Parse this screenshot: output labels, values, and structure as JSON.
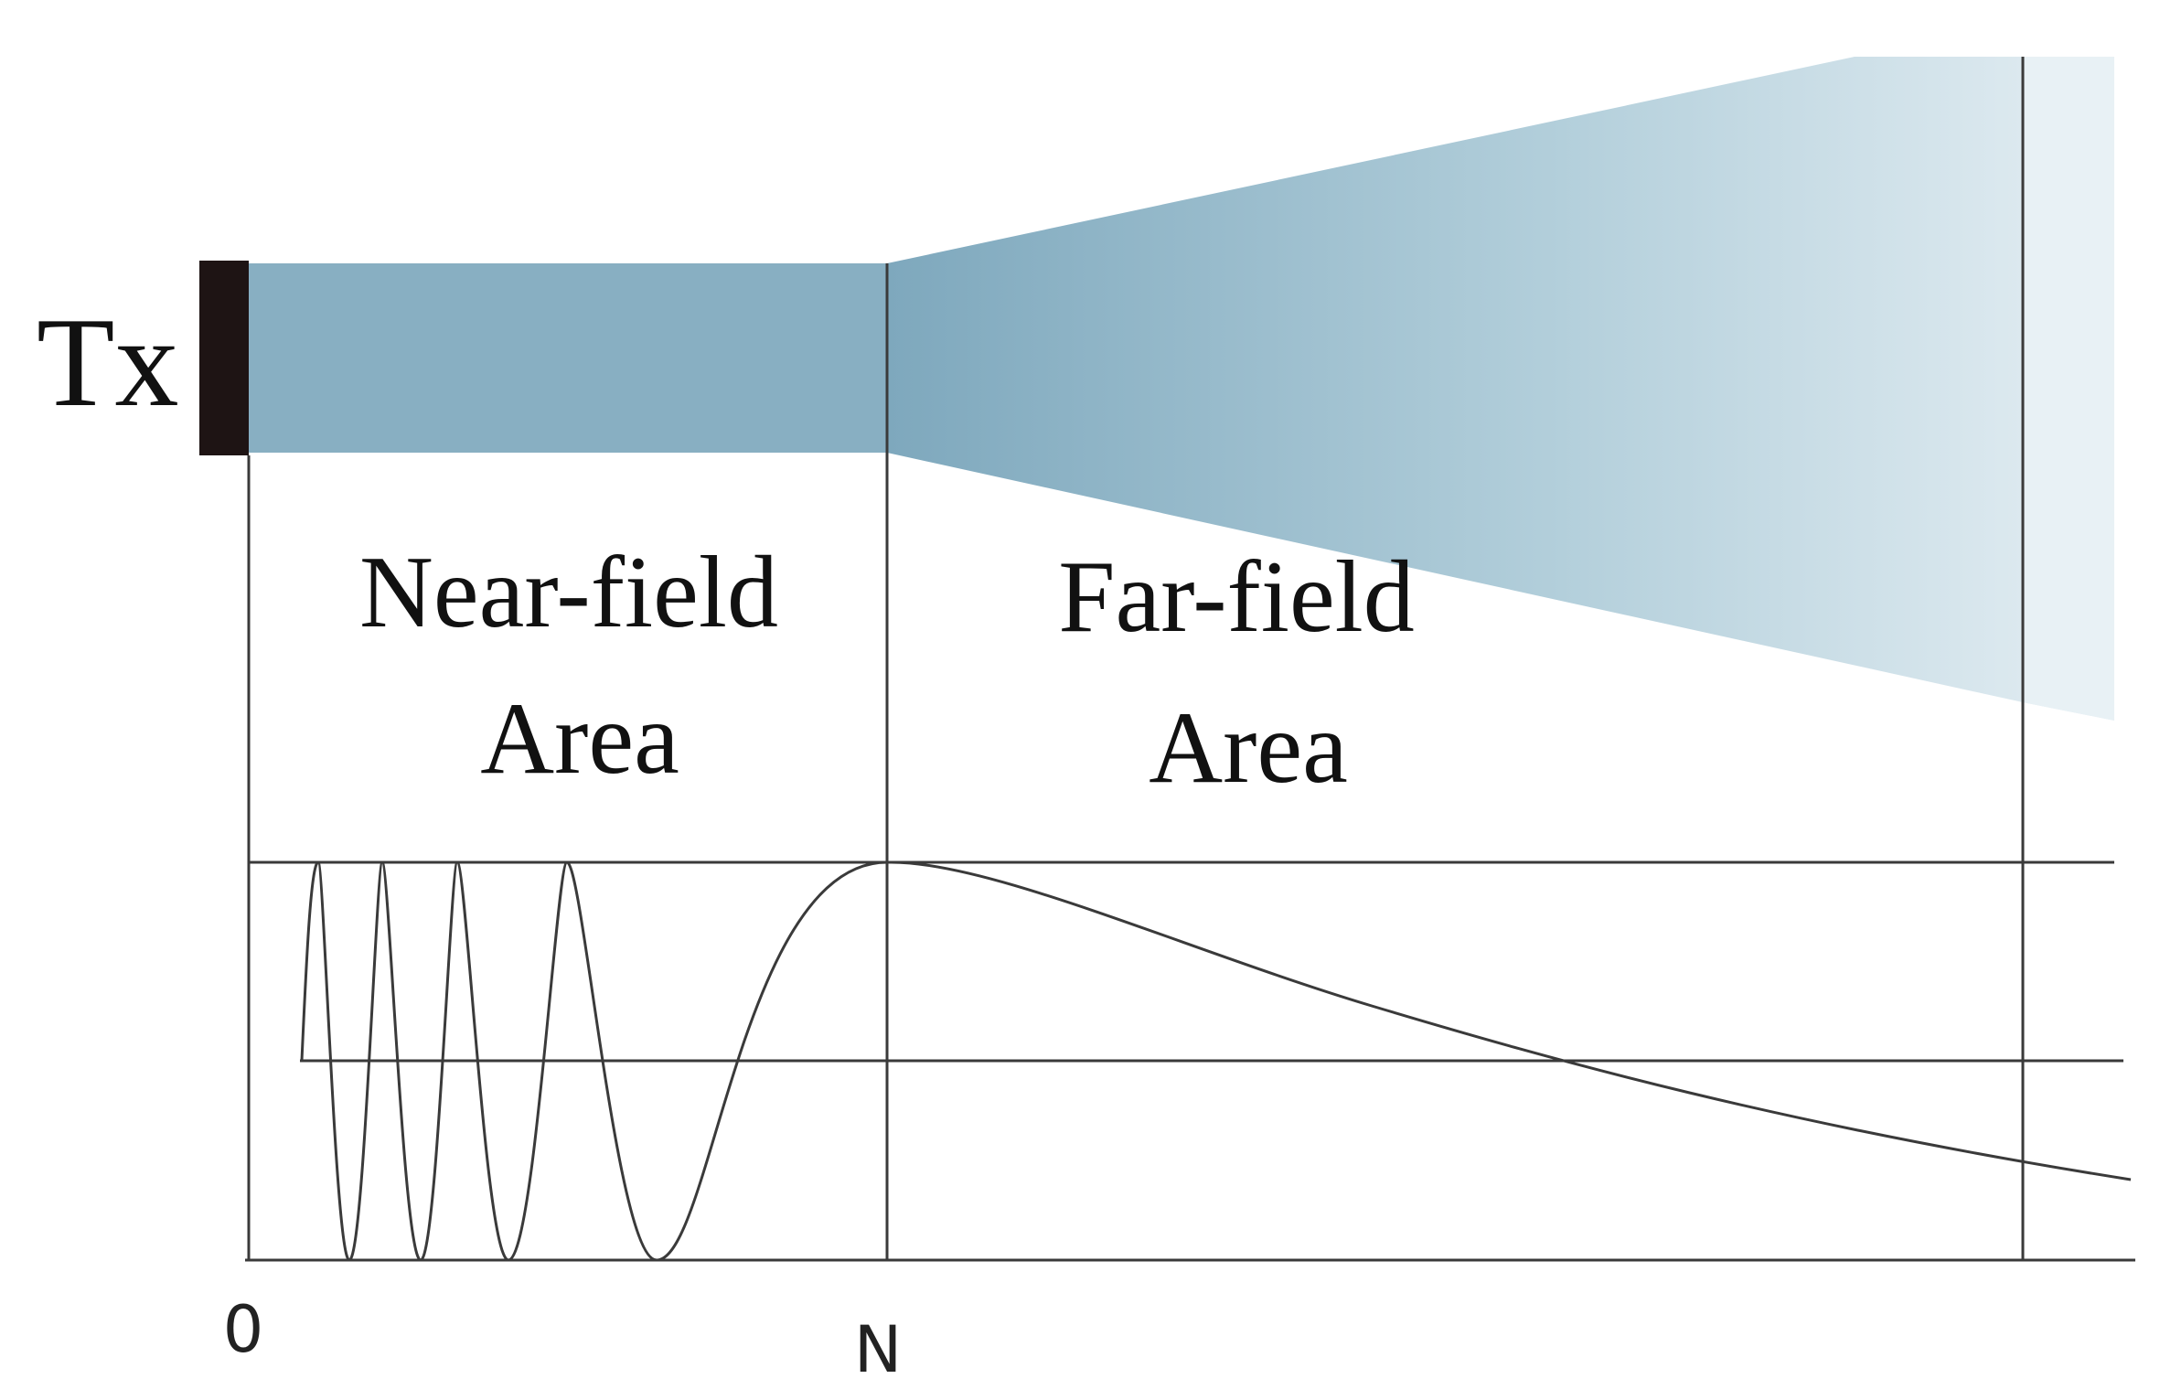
{
  "labels": {
    "transmitter": "Tx",
    "near_field_line1": "Near-field",
    "near_field_line2": "Area",
    "far_field_line1": "Far-field",
    "far_field_line2": "Area",
    "origin": "0",
    "boundary": "N"
  },
  "colors": {
    "beam_near": "#88afc2",
    "beam_far_start": "#7ea8bd",
    "beam_far_end": "#e4eef3",
    "transducer": "#1e1414",
    "line": "#3a3a3a"
  }
}
